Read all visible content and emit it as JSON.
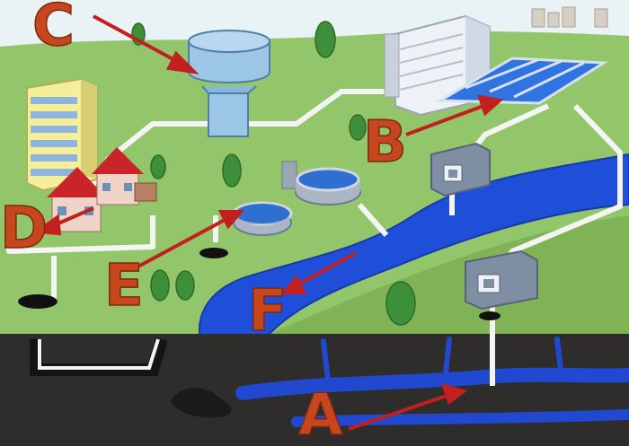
{
  "labels": {
    "a": "A",
    "b": "B",
    "c": "C",
    "d": "D",
    "e": "E",
    "f": "F"
  },
  "colors": {
    "sky": "#e9f2f4",
    "grass": "#93c66a",
    "grass_dark": "#7fb356",
    "soil": "#2f2d2b",
    "river": "#1f4fd8",
    "aquifer": "#2049cf",
    "pipe": "#f4f4f4",
    "arrow": "#c21f1f",
    "label": "#c8461e",
    "tower": "#9cc6e6",
    "building": "#f6ef9a"
  },
  "icons": [
    "water-tower-icon",
    "treatment-plant-icon",
    "apartment-building-icon",
    "house-icon",
    "tree-icon",
    "pump-station-icon",
    "pipe-icon",
    "sewer-manhole-icon"
  ]
}
